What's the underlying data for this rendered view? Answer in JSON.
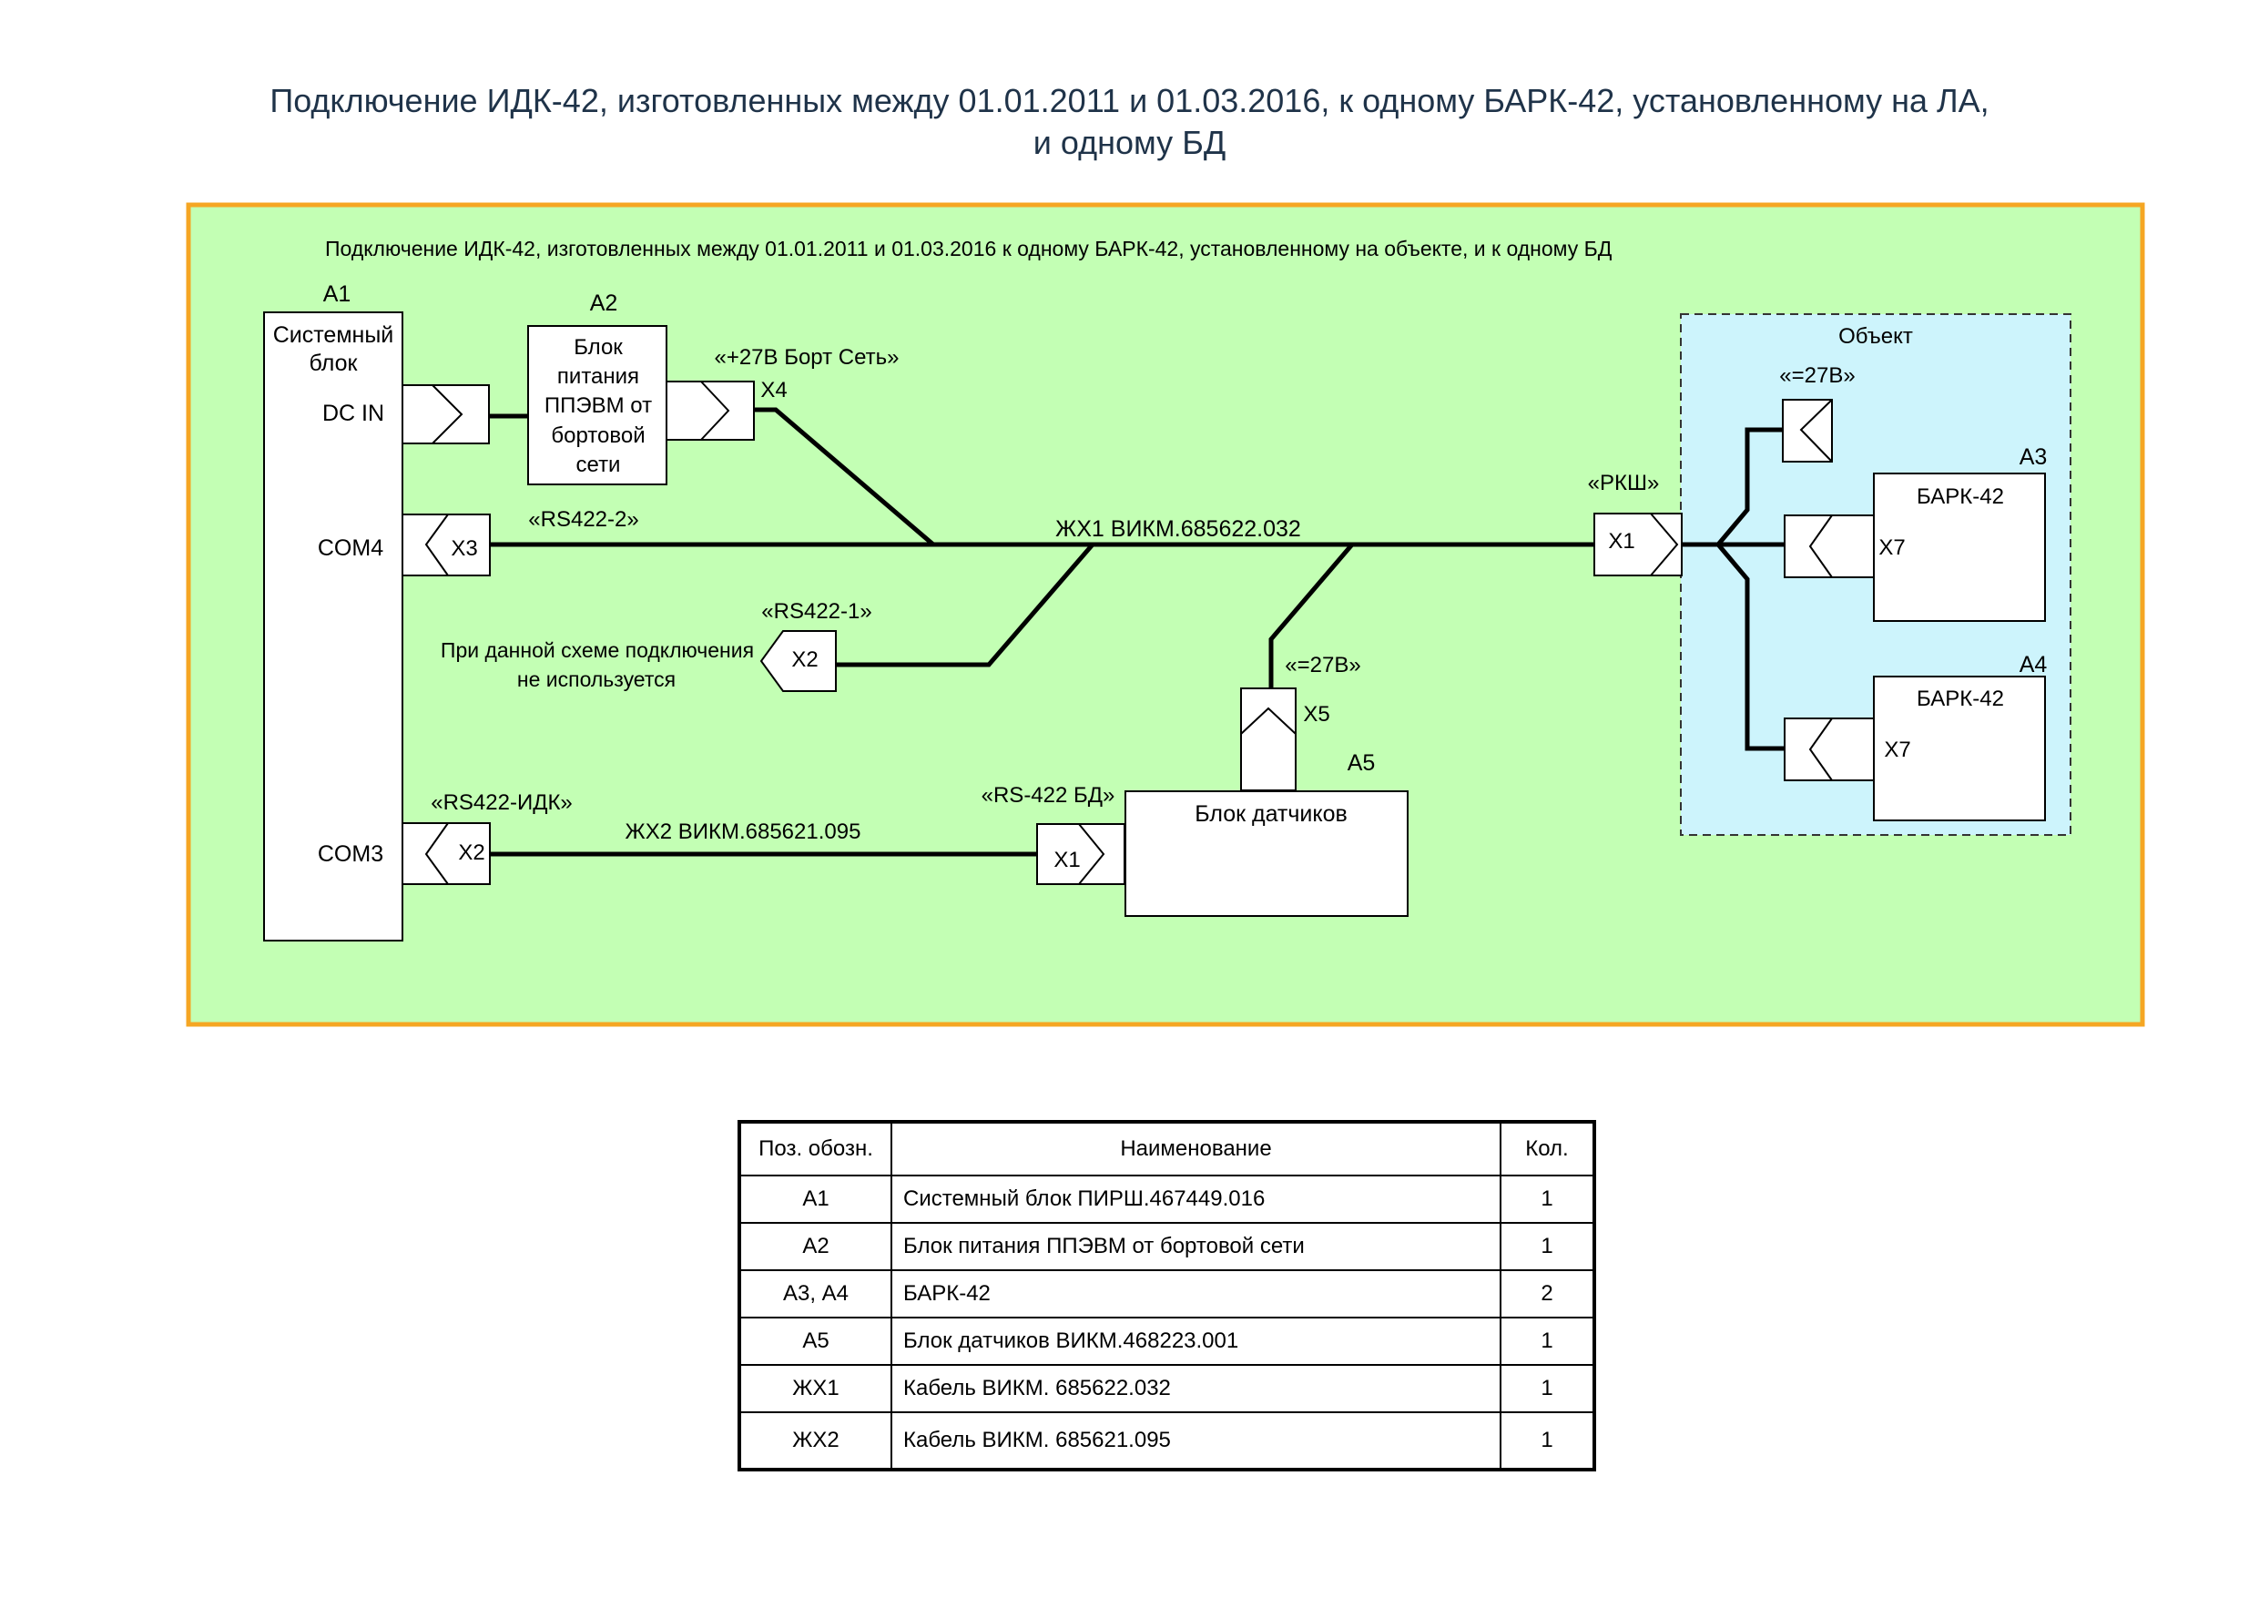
{
  "title": {
    "line1": "Подключение ИДК-42, изготовленных между 01.01.2011 и 01.03.2016, к одному БАРК-42, установленному на ЛА,",
    "line2": "и одному БД"
  },
  "diagram": {
    "subtitle": "Подключение ИДК-42, изготовленных между 01.01.2011 и 01.03.2016 к одному БАРК-42, установленному на объекте, и к одному БД",
    "colors": {
      "panel_fill": "#c3ffb4",
      "panel_border": "#f5a623",
      "object_fill": "#cdf4fc",
      "wire": "#000000"
    },
    "a1": {
      "ref": "А1",
      "name_line1": "Системный",
      "name_line2": "блок",
      "port_dcin": "DC IN",
      "port_com4": "COM4",
      "port_com3": "COM3"
    },
    "a2": {
      "ref": "А2",
      "lines": [
        "Блок",
        "питания",
        "ППЭВМ  от",
        "бортовой",
        "сети"
      ],
      "connector": "Х4",
      "connector_label": "«+27В Борт Сеть»"
    },
    "a1_x3": {
      "connector": "Х3",
      "label": "«RS422-2»"
    },
    "a1_x2": {
      "connector": "Х2",
      "label": "«RS422-ИДК»"
    },
    "spare_x2": {
      "connector": "Х2",
      "label": "«RS422-1»",
      "note_line1": "При данной схеме подключения",
      "note_line2": "не используется"
    },
    "cable_zh1": "ЖХ1  ВИКМ.685622.032",
    "cable_zh2": "ЖХ2 ВИКМ.685621.095",
    "a5": {
      "ref": "А5",
      "name": "Блок  датчиков",
      "x1_connector": "Х1",
      "x1_label": "«RS-422 БД»",
      "x5_connector": "Х5",
      "x5_label": "«=27В»"
    },
    "rksh": {
      "connector": "Х1",
      "label": "«РКШ»"
    },
    "object": {
      "label": "Объект",
      "power_label": "«=27В»",
      "a3": {
        "ref": "А3",
        "name": "БАРК-42",
        "connector": "Х7"
      },
      "a4": {
        "ref": "А4",
        "name": "БАРК-42",
        "connector": "Х7"
      }
    }
  },
  "table": {
    "headers": [
      "Поз. обозн.",
      "Наименование",
      "Кол."
    ],
    "rows": [
      [
        "А1",
        "Системный блок ПИРШ.467449.016",
        "1"
      ],
      [
        "А2",
        "Блок питания ППЭВМ от бортовой сети",
        "1"
      ],
      [
        "А3, А4",
        "БАРК-42",
        "2"
      ],
      [
        "А5",
        "Блок датчиков ВИКМ.468223.001",
        "1"
      ],
      [
        "ЖХ1",
        "Кабель ВИКМ. 685622.032",
        "1"
      ],
      [
        "ЖХ2",
        "Кабель ВИКМ. 685621.095",
        "1"
      ]
    ]
  }
}
